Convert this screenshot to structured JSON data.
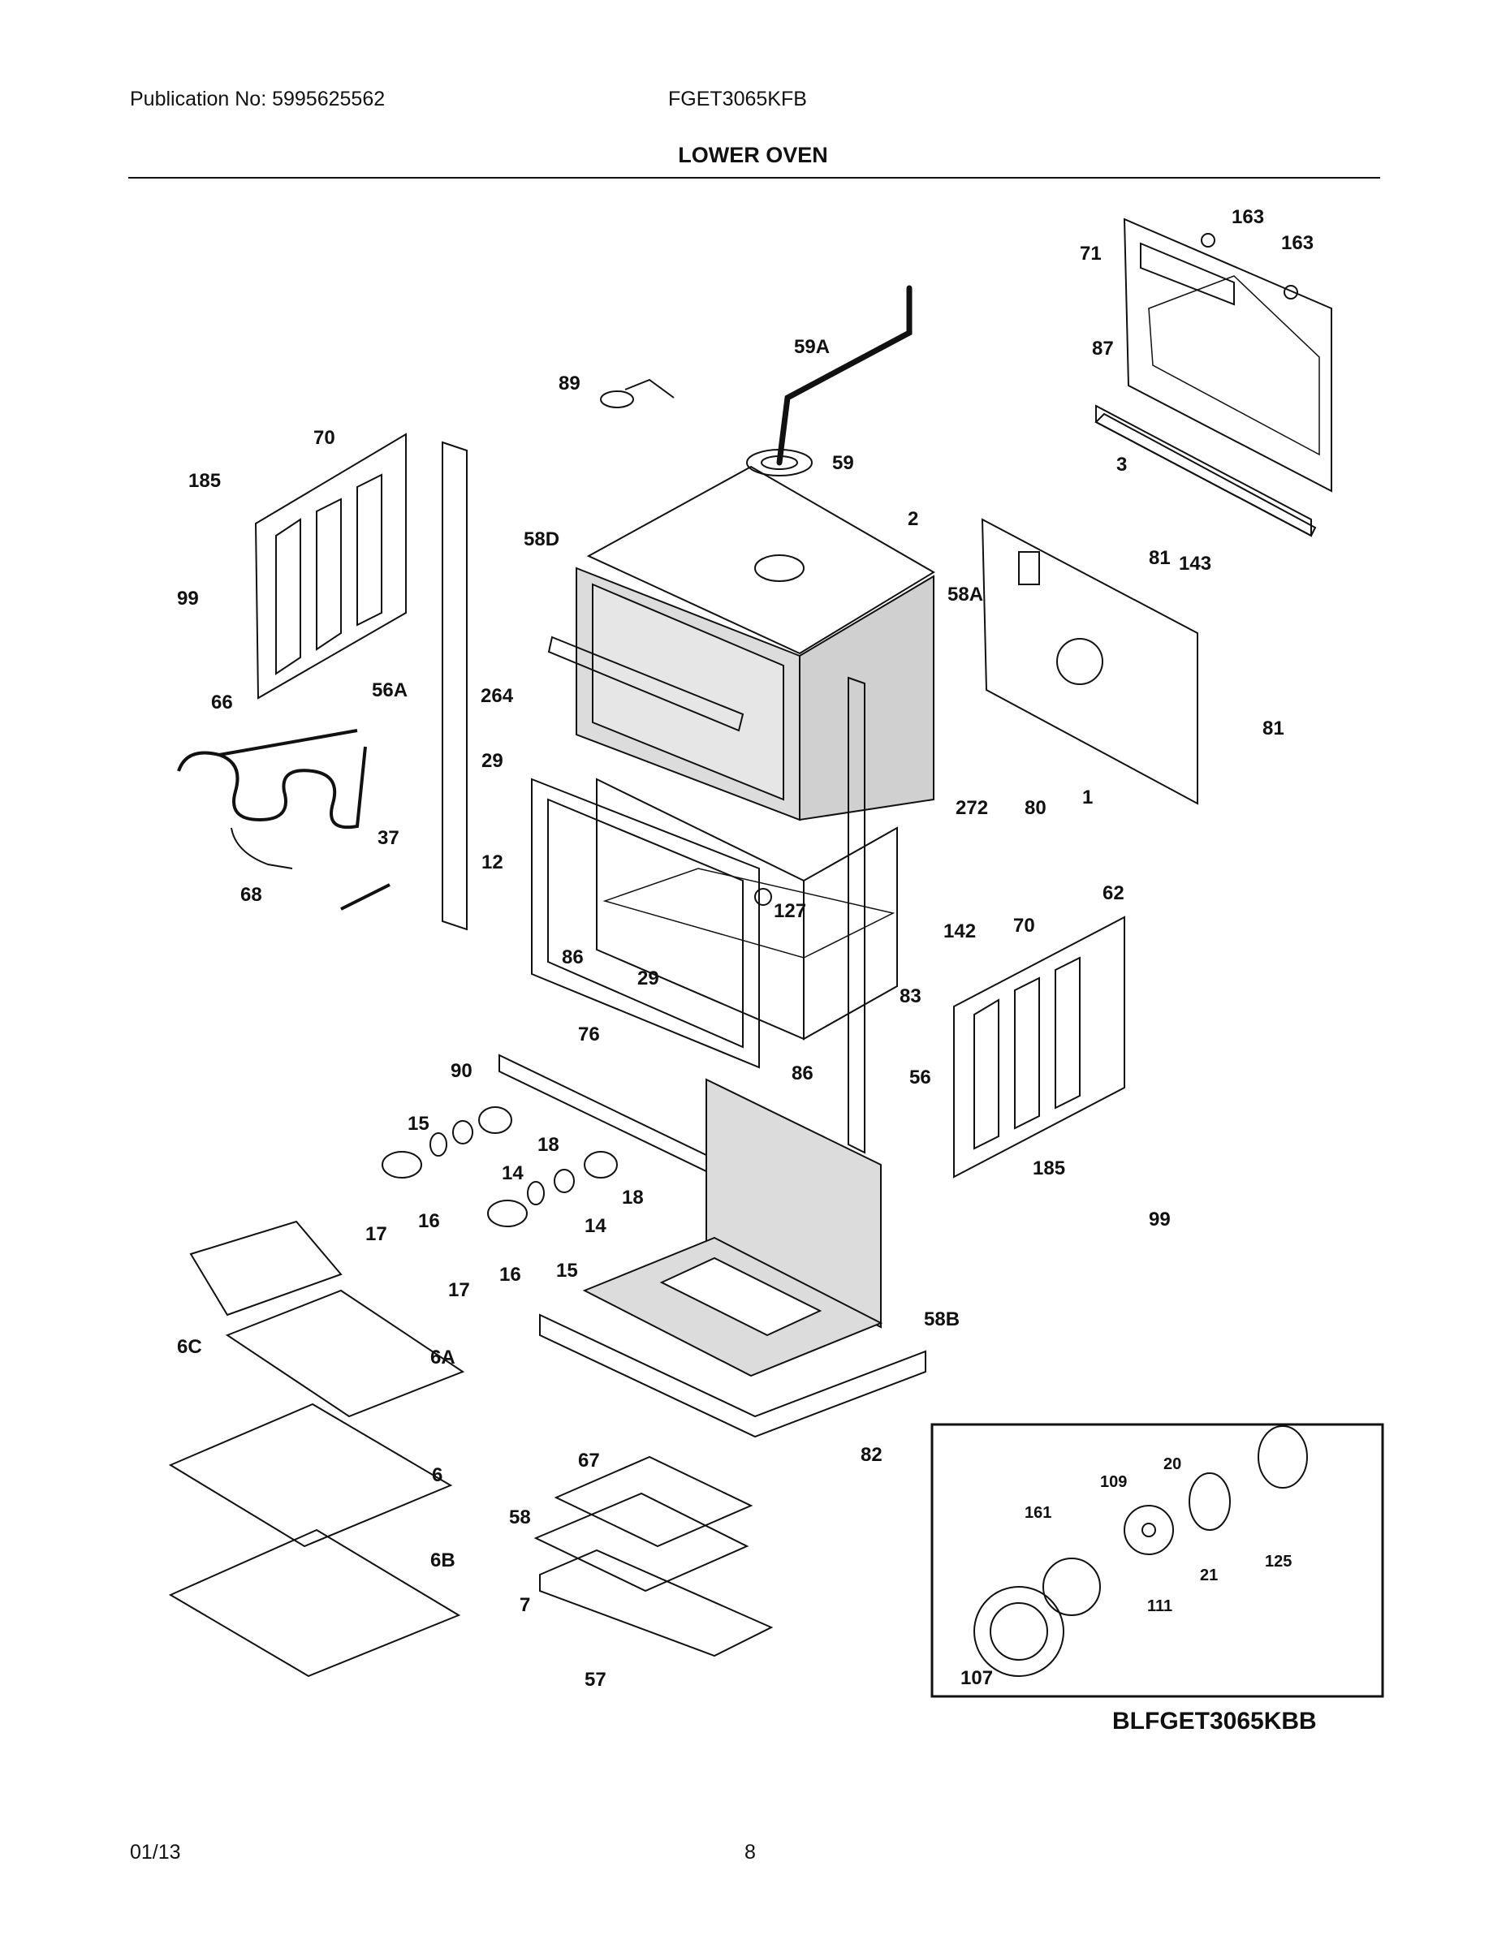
{
  "header": {
    "publication": "Publication No: 5995625562",
    "model": "FGET3065KFB",
    "section_title": "LOWER OVEN"
  },
  "footer": {
    "date": "01/13",
    "page_number": "8"
  },
  "inset": {
    "model_label": "BLFGET3065KBB"
  },
  "callouts": {
    "c163a": "163",
    "c163b": "163",
    "c71": "71",
    "c59A": "59A",
    "c87": "87",
    "c89": "89",
    "c59": "59",
    "c70a": "70",
    "c185a": "185",
    "c3": "3",
    "c2": "2",
    "c58D": "58D",
    "c81a": "81",
    "c143": "143",
    "c99a": "99",
    "c58A": "58A",
    "c264": "264",
    "c56A": "56A",
    "c66": "66",
    "c81b": "81",
    "c29a": "29",
    "c272": "272",
    "c80": "80",
    "c1": "1",
    "c37": "37",
    "c12": "12",
    "c68": "68",
    "c127": "127",
    "c62": "62",
    "c142": "142",
    "c70b": "70",
    "c86a": "86",
    "c29b": "29",
    "c83": "83",
    "c76": "76",
    "c90": "90",
    "c86b": "86",
    "c56": "56",
    "c15a": "15",
    "c18a": "18",
    "c14a": "14",
    "c185b": "185",
    "c18b": "18",
    "c99b": "99",
    "c17a": "17",
    "c16a": "16",
    "c14b": "14",
    "c15b": "15",
    "c16b": "16",
    "c17b": "17",
    "c6C": "6C",
    "c6A": "6A",
    "c58B": "58B",
    "c82": "82",
    "c67": "67",
    "c6": "6",
    "c58": "58",
    "c6B": "6B",
    "c7": "7",
    "c57": "57",
    "c20": "20",
    "c109": "109",
    "c161": "161",
    "c21": "21",
    "c125": "125",
    "c111": "111",
    "c107": "107"
  }
}
